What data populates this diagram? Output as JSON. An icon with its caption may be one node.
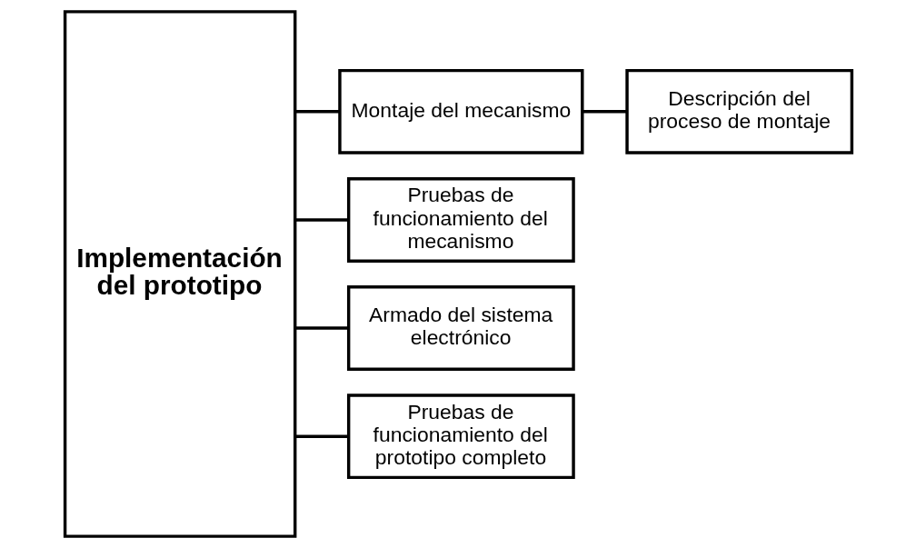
{
  "diagram": {
    "nodes": [
      {
        "text": [
          "Implementación del prototipo"
        ]
      },
      {
        "text": [
          "Montaje del mecanismo"
        ]
      },
      {
        "text": [
          "Pruebas de funcionamiento del mecanismo"
        ]
      },
      {
        "text": [
          "Armado del sistema electrónico"
        ]
      },
      {
        "text": [
          "Pruebas de funcionamiento del prototipo completo"
        ]
      },
      {
        "text": [
          "Descripción del proceso de montaje"
        ]
      }
    ],
    "edges": [
      {
        "from": 0,
        "to": 1,
        "arrow": "none"
      },
      {
        "from": 0,
        "to": 2,
        "arrow": "none"
      },
      {
        "from": 0,
        "to": 3,
        "arrow": "none"
      },
      {
        "from": 0,
        "to": 4,
        "arrow": "none"
      },
      {
        "from": 1,
        "to": 5,
        "arrow": "none"
      }
    ]
  }
}
